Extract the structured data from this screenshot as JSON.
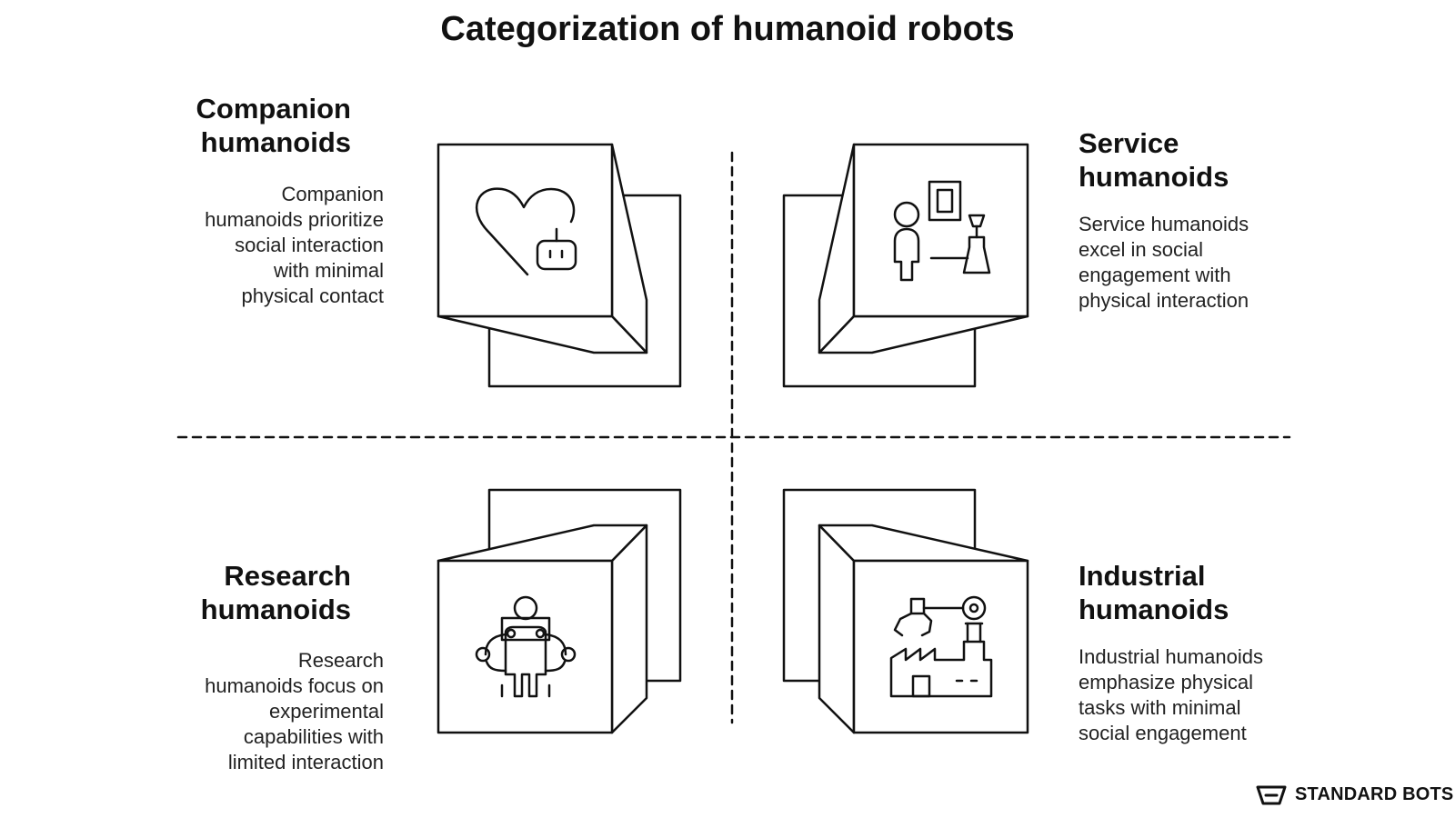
{
  "title": "Categorization of humanoid robots",
  "quadrants": [
    {
      "id": "companion",
      "heading_line1": "Companion",
      "heading_line2": "humanoids",
      "desc_lines": [
        "Companion",
        "humanoids prioritize",
        "social interaction",
        "with minimal",
        "physical contact"
      ],
      "icon": "heart-robot-icon"
    },
    {
      "id": "service",
      "heading_line1": "Service",
      "heading_line2": "humanoids",
      "desc_lines": [
        "Service humanoids",
        "excel in social",
        "engagement with",
        "physical interaction"
      ],
      "icon": "person-serving-icon"
    },
    {
      "id": "research",
      "heading_line1": "Research",
      "heading_line2": "humanoids",
      "desc_lines": [
        "Research",
        "humanoids focus on",
        "experimental",
        "capabilities with",
        "limited interaction"
      ],
      "icon": "humanoid-sensors-icon"
    },
    {
      "id": "industrial",
      "heading_line1": "Industrial",
      "heading_line2": "humanoids",
      "desc_lines": [
        "Industrial humanoids",
        "emphasize physical",
        "tasks with minimal",
        "social engagement"
      ],
      "icon": "factory-robot-arm-icon"
    }
  ],
  "brand": {
    "name": "STANDARD BOTS",
    "icon": "standard-bots-logo-icon"
  },
  "colors": {
    "stroke": "#111111",
    "background": "#ffffff"
  }
}
